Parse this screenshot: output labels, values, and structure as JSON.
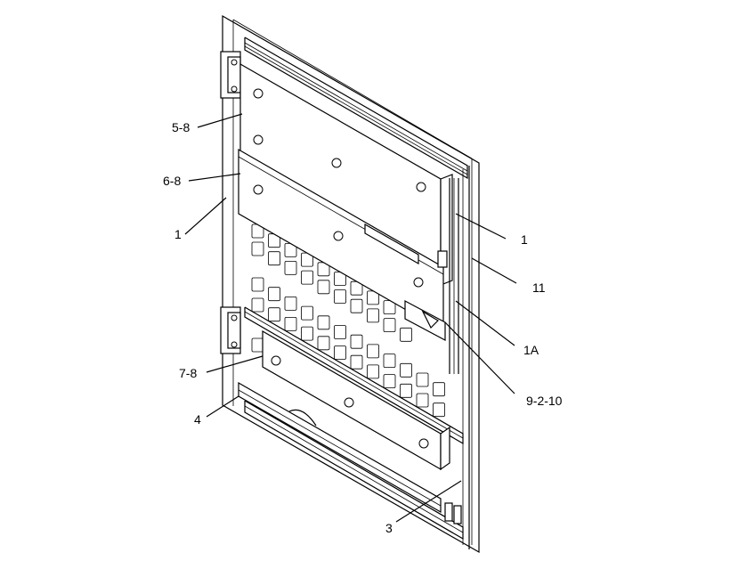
{
  "callouts": [
    {
      "id": "c1",
      "text": "5-8"
    },
    {
      "id": "c2",
      "text": "6-8"
    },
    {
      "id": "c3",
      "text": "1"
    },
    {
      "id": "c4",
      "text": "1"
    },
    {
      "id": "c5",
      "text": "11"
    },
    {
      "id": "c6",
      "text": "1A"
    },
    {
      "id": "c7",
      "text": "9-2-10"
    },
    {
      "id": "c8",
      "text": "7-8"
    },
    {
      "id": "c9",
      "text": "4"
    },
    {
      "id": "c10",
      "text": "3"
    }
  ]
}
